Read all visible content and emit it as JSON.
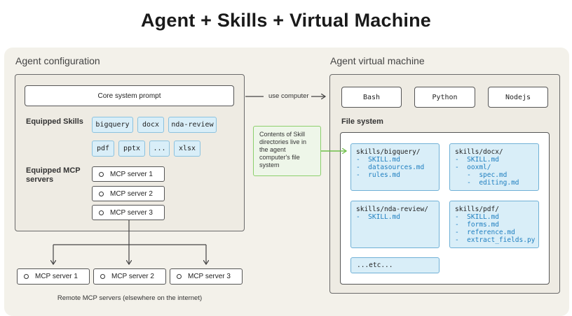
{
  "title": "Agent + Skills + Virtual Machine",
  "agent_config": {
    "label": "Agent configuration",
    "core_prompt": "Core system prompt",
    "equipped_skills_label": "Equipped Skills",
    "skills": [
      "bigquery",
      "docx",
      "nda-review",
      "pdf",
      "pptx",
      "...",
      "xlsx"
    ],
    "equipped_mcp_label": "Equipped MCP servers",
    "mcp_servers": [
      "MCP server 1",
      "MCP server 2",
      "MCP server 3"
    ]
  },
  "use_computer_label": "use computer",
  "callout": "Contents of Skill directories live in the agent computer's file system",
  "vm": {
    "label": "Agent virtual machine",
    "runtimes": [
      "Bash",
      "Python",
      "Nodejs"
    ],
    "file_system_label": "File system",
    "dirs": [
      {
        "name": "skills/bigquery/",
        "files": [
          "-  SKILL.md",
          "-  datasources.md",
          "-  rules.md"
        ]
      },
      {
        "name": "skills/docx/",
        "files": [
          "-  SKILL.md",
          "-  ooxml/",
          "   -  spec.md",
          "   -  editing.md"
        ]
      },
      {
        "name": "skills/nda-review/",
        "files": [
          "-  SKILL.md"
        ]
      },
      {
        "name": "skills/pdf/",
        "files": [
          "-  SKILL.md",
          "-  forms.md",
          "-  reference.md",
          "-  extract_fields.py"
        ]
      }
    ],
    "etc": "...etc..."
  },
  "remote": {
    "servers": [
      "MCP server 1",
      "MCP server 2",
      "MCP server 3"
    ],
    "caption": "Remote MCP servers (elsewhere on the internet)"
  }
}
